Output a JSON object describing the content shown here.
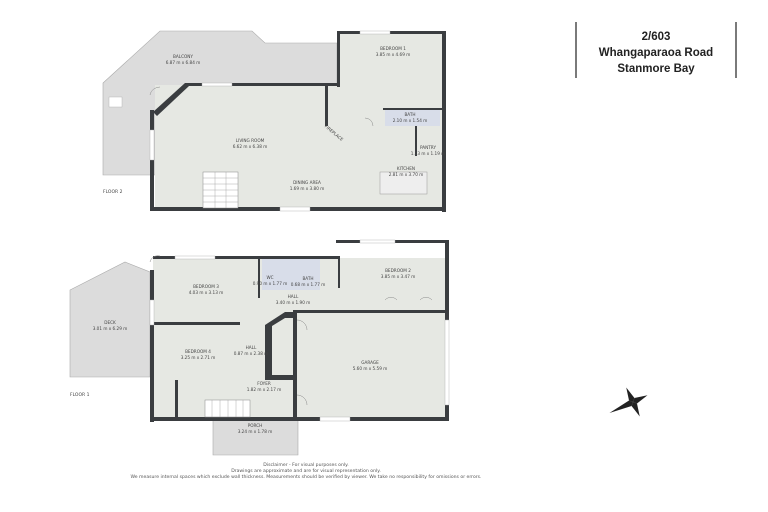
{
  "title": {
    "line1": "2/603",
    "line2": "Whangaparaoa Road",
    "line3": "Stanmore Bay"
  },
  "floor2": {
    "label": "FLOOR 2",
    "rooms": [
      {
        "name": "BALCONY",
        "dims": "6.87 m x 6.84 m"
      },
      {
        "name": "BEDROOM 1",
        "dims": "3.85 m x 4.69 m"
      },
      {
        "name": "BATH",
        "dims": "2.10 m x 1.54 m"
      },
      {
        "name": "LIVING ROOM",
        "dims": "6.62 m x 6.38 m"
      },
      {
        "name": "PANTRY",
        "dims": "1.13 m x 1.19 m"
      },
      {
        "name": "KITCHEN",
        "dims": "2.81 m x 3.70 m"
      },
      {
        "name": "DINING AREA",
        "dims": "1.69 m x 3.80 m"
      }
    ],
    "fireplace": "FIREPLACE"
  },
  "floor1": {
    "label": "FLOOR 1",
    "rooms": [
      {
        "name": "BEDROOM 3",
        "dims": "4.03 m x 3.13 m"
      },
      {
        "name": "WC",
        "dims": "0.90 m x 1.77 m"
      },
      {
        "name": "BATH",
        "dims": "0.68 m x 1.77 m"
      },
      {
        "name": "BEDROOM 2",
        "dims": "3.85 m x 3.47 m"
      },
      {
        "name": "HALL",
        "dims": "3.40 m x 1.90 m"
      },
      {
        "name": "DECK",
        "dims": "3.01 m x 6.29 m"
      },
      {
        "name": "BEDROOM 4",
        "dims": "3.25 m x 2.71 m"
      },
      {
        "name": "HALL",
        "dims": "0.87 m x 2.38 m"
      },
      {
        "name": "GARAGE",
        "dims": "5.60 m x 5.59 m"
      },
      {
        "name": "FOYER",
        "dims": "1.82 m x 2.17 m"
      },
      {
        "name": "PORCH",
        "dims": "3.24 m x 1.78 m"
      }
    ]
  },
  "disclaimer": {
    "line1": "Disclaimer - For visual purposes only.",
    "line2": "Drawings are approximate and are for visual representation only.",
    "line3": "We measure internal spaces which exclude wall thickness. Measurements should be verified by viewer. We take no responsibility for omissions or errors."
  },
  "compass": "compass-rose-icon"
}
